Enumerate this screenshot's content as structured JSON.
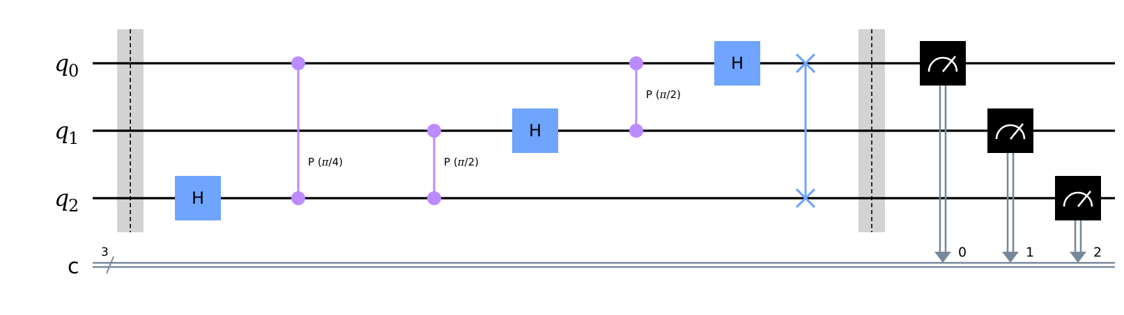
{
  "colors": {
    "hadamard": "#6fa4ff",
    "phase": "#bb8bff",
    "swap": "#6fa4ff",
    "measure": "#000000",
    "barrier": "#d3d3d3",
    "classical": "#778899",
    "wire": "#000000"
  },
  "qubits": [
    {
      "base": "q",
      "index": "0"
    },
    {
      "base": "q",
      "index": "1"
    },
    {
      "base": "q",
      "index": "2"
    }
  ],
  "classical": {
    "name": "c",
    "width": "3",
    "bits": [
      "0",
      "1",
      "2"
    ]
  },
  "gates": {
    "h_q2": "H",
    "cp1_pre": "P (",
    "cp1_pi": "π",
    "cp1_post": "/4)",
    "cp2_pre": "P (",
    "cp2_pi": "π",
    "cp2_post": "/2)",
    "h_q1": "H",
    "cp3_pre": "P (",
    "cp3_pi": "π",
    "cp3_post": "/2)",
    "h_q0": "H"
  },
  "operations": [
    {
      "type": "barrier",
      "qubits": [
        0,
        1,
        2
      ]
    },
    {
      "type": "h",
      "qubit": 2
    },
    {
      "type": "cp",
      "qubits": [
        0,
        2
      ],
      "param": "π/4"
    },
    {
      "type": "cp",
      "qubits": [
        1,
        2
      ],
      "param": "π/2"
    },
    {
      "type": "h",
      "qubit": 1
    },
    {
      "type": "cp",
      "qubits": [
        0,
        1
      ],
      "param": "π/2"
    },
    {
      "type": "h",
      "qubit": 0
    },
    {
      "type": "swap",
      "qubits": [
        0,
        2
      ]
    },
    {
      "type": "barrier",
      "qubits": [
        0,
        1,
        2
      ]
    },
    {
      "type": "measure",
      "qubit": 0,
      "clbit": 0
    },
    {
      "type": "measure",
      "qubit": 1,
      "clbit": 1
    },
    {
      "type": "measure",
      "qubit": 2,
      "clbit": 2
    }
  ]
}
